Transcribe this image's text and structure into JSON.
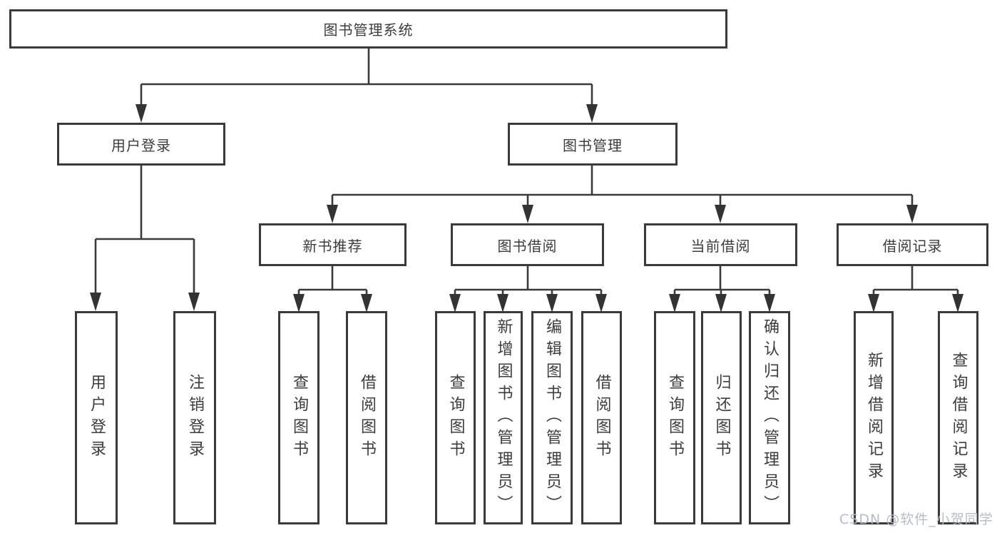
{
  "colors": {
    "line": "#3a3a3a",
    "box_border": "#3a3a3a",
    "box_fill": "#ffffff",
    "text": "#3c3c3c",
    "watermark": "#b2b8c2"
  },
  "diagram": {
    "root": {
      "label": "图书管理系统"
    },
    "user_login": {
      "label": "用户登录",
      "children": [
        {
          "label": "用户登录"
        },
        {
          "label": "注销登录"
        }
      ]
    },
    "book_mgmt": {
      "label": "图书管理",
      "groups": [
        {
          "label": "新书推荐",
          "children": [
            {
              "label": "查询图书"
            },
            {
              "label": "借阅图书"
            }
          ]
        },
        {
          "label": "图书借阅",
          "children": [
            {
              "label": "查询图书"
            },
            {
              "label": "新增图书（管理员）"
            },
            {
              "label": "编辑图书（管理员）"
            },
            {
              "label": "借阅图书"
            }
          ]
        },
        {
          "label": "当前借阅",
          "children": [
            {
              "label": "查询图书"
            },
            {
              "label": "归还图书"
            },
            {
              "label": "确认归还（管理员）"
            }
          ]
        },
        {
          "label": "借阅记录",
          "children": [
            {
              "label": "新增借阅记录"
            },
            {
              "label": "查询借阅记录"
            }
          ]
        }
      ]
    },
    "watermark": "CSDN @软件_小贺同学"
  }
}
